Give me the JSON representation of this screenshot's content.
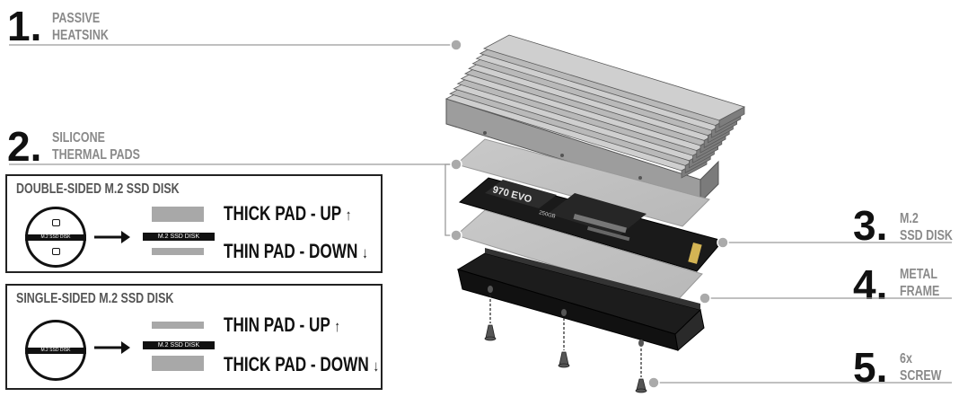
{
  "steps": [
    {
      "num": "1",
      "label1": "PASSIVE",
      "label2": "HEATSINK"
    },
    {
      "num": "2",
      "label1": "SILICONE",
      "label2": "THERMAL PADS"
    },
    {
      "num": "3",
      "label1": "M.2",
      "label2": "SSD DISK"
    },
    {
      "num": "4",
      "label1": "METAL",
      "label2": "FRAME"
    },
    {
      "num": "5",
      "label1": "6x",
      "label2": "SCREW"
    }
  ],
  "double_box": {
    "title": "DOUBLE-SIDED M.2 SSD DISK",
    "disk_label": "M.2 SSD DISK",
    "strip_label": "M.2 SSD DISK",
    "line1": "THICK PAD - UP",
    "line2": "THIN PAD - DOWN"
  },
  "single_box": {
    "title": "SINGLE-SIDED M.2 SSD DISK",
    "disk_label": "M.2 SSD DISK",
    "strip_label": "M.2 SSD DISK",
    "line1": "THIN PAD - UP",
    "line2": "THICK PAD - DOWN"
  },
  "arrows": {
    "up": "↑",
    "down": "↓"
  },
  "ssd_print": {
    "model": "970 EVO",
    "capacity": "250GB"
  },
  "colors": {
    "label_gray": "#8a8a8a",
    "pad_gray": "#a8a8a8",
    "ink": "#111111"
  }
}
